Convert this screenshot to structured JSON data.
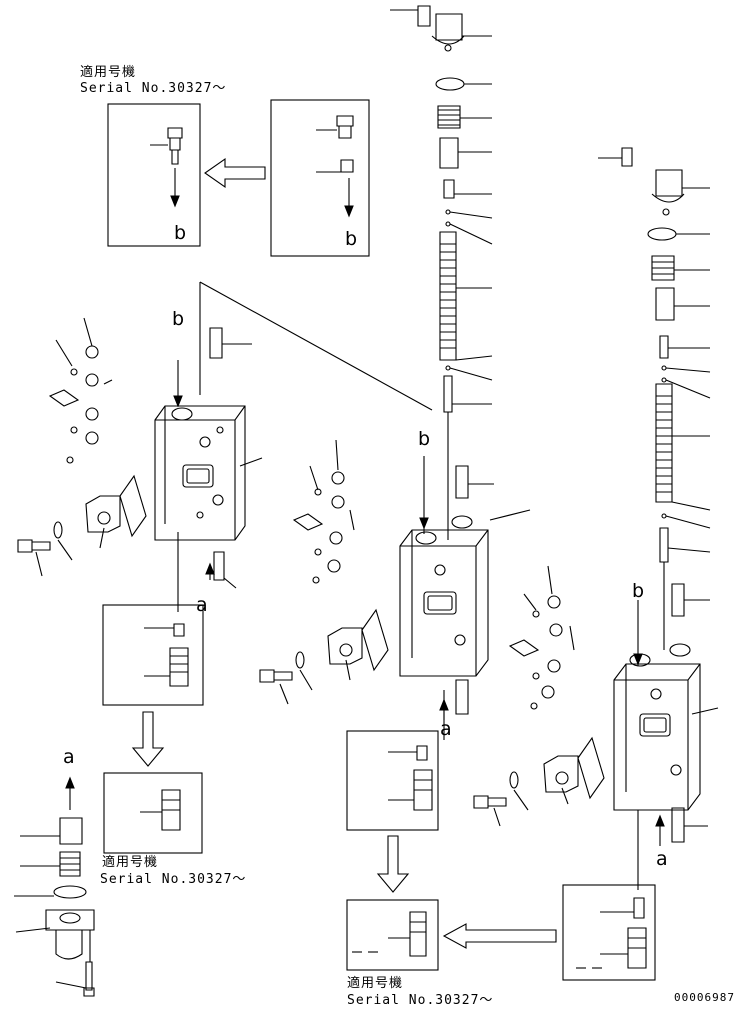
{
  "serial_note": {
    "applicable_label": "適用号機",
    "serial_label": "Serial No.30327～"
  },
  "callouts": {
    "a": "a",
    "b": "b"
  },
  "drawing_number": "00006987"
}
